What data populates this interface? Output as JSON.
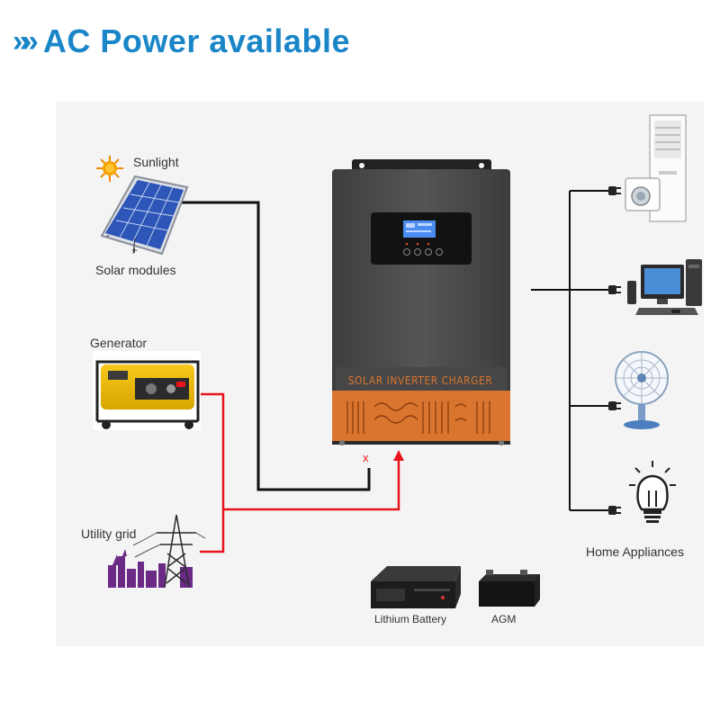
{
  "header": {
    "chevrons": "»»",
    "title": "AC Power available"
  },
  "sources": {
    "sunlight_label": "Sunlight",
    "solar_label": "Solar modules",
    "solar_minus": "-",
    "solar_plus": "+",
    "generator_label": "Generator",
    "grid_label": "Utility grid"
  },
  "inverter": {
    "label": "SOLAR INVERTER CHARGER",
    "terminal_x": "x"
  },
  "batteries": {
    "lithium_label": "Lithium Battery",
    "agm_label": "AGM"
  },
  "appliances": {
    "label": "Home Appliances",
    "items": [
      "air-conditioner",
      "computer",
      "fan",
      "lamp"
    ]
  },
  "colors": {
    "title": "#1a86c8",
    "dc_wire": "#111111",
    "ac_wire": "#e8141b",
    "inverter_body": "#4c4c4c",
    "inverter_trim": "#d9752e",
    "lcd": "#4a8cf0"
  }
}
